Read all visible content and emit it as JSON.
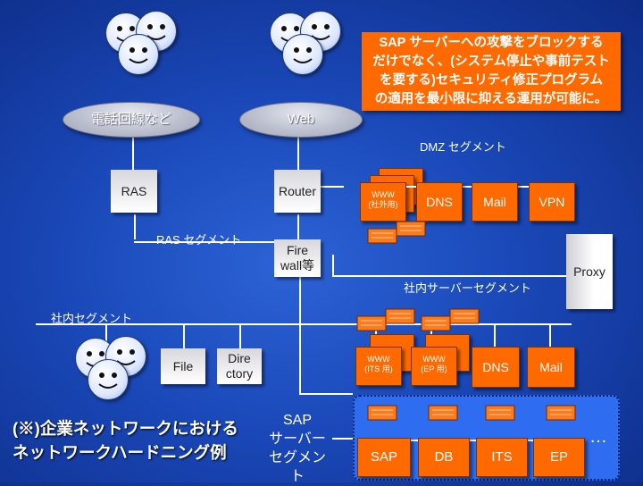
{
  "callout": {
    "lines": [
      "SAP サーバーへの攻撃をブロックする",
      "だけでなく、(システム停止や事前テスト",
      "を要する)セキュリティ修正プログラム",
      "の適用を最小限に抑える運用が可能に。"
    ]
  },
  "clouds": {
    "phone": "電話回線など",
    "web": "Web"
  },
  "segments": {
    "dmz": "DMZ セグメント",
    "ras": "RAS セグメント",
    "internal_server": "社内サーバーセグメント",
    "internal": "社内セグメント",
    "sap_lines": [
      "SAP",
      "サーバー",
      "セグメント"
    ]
  },
  "boxes": {
    "ras": "RAS",
    "router": "Router",
    "firewall_lines": [
      "Fire",
      "wall等"
    ],
    "www_external_lines": [
      "WWW",
      "(社外用)"
    ],
    "dns_top": "DNS",
    "mail_top": "Mail",
    "vpn": "VPN",
    "proxy": "Proxy",
    "file": "File",
    "directory_lines": [
      "Dire",
      "ctory"
    ],
    "www_its_lines": [
      "WWW",
      "(ITS 用)"
    ],
    "www_ep_lines": [
      "WWW",
      "(EP 用)"
    ],
    "dns_mid": "DNS",
    "mail_mid": "Mail",
    "sap": "SAP",
    "db": "DB",
    "its": "ITS",
    "ep": "EP",
    "more": "…"
  },
  "caption_lines": [
    "(※)企業ネットワークにおける",
    "ネットワークハードニング例"
  ],
  "colors": {
    "accent": "#ff6a00",
    "background": "#1a48b8",
    "zone": "#2e6df0"
  }
}
